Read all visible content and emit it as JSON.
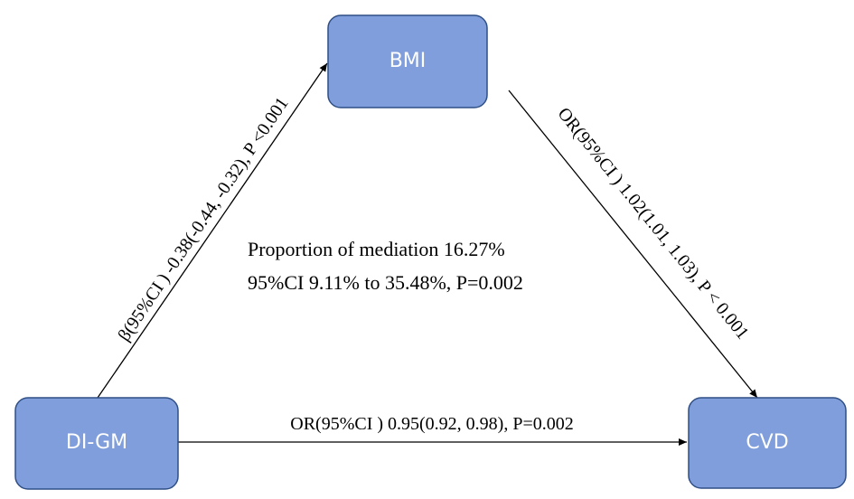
{
  "nodes": {
    "mediator": {
      "label": "BMI"
    },
    "exposure": {
      "label": "DI-GM"
    },
    "outcome": {
      "label": "CVD"
    }
  },
  "edges": {
    "exposure_to_mediator": {
      "label": "β(95%CI ) -0.38(-0.44, -0.32), P <0.001"
    },
    "mediator_to_outcome": {
      "label": "OR(95%CI ) 1.02(1.01, 1.03), P < 0.001"
    },
    "exposure_to_outcome": {
      "label": "OR(95%CI ) 0.95(0.92, 0.98), P=0.002"
    }
  },
  "mediation": {
    "line1": "Proportion of mediation 16.27%",
    "line2": "95%CI 9.11% to 35.48%, P=0.002"
  },
  "colors": {
    "node_fill": "#7f9edb",
    "node_border": "#2f4f86",
    "node_text": "#ffffff",
    "arrow": "#000000"
  }
}
